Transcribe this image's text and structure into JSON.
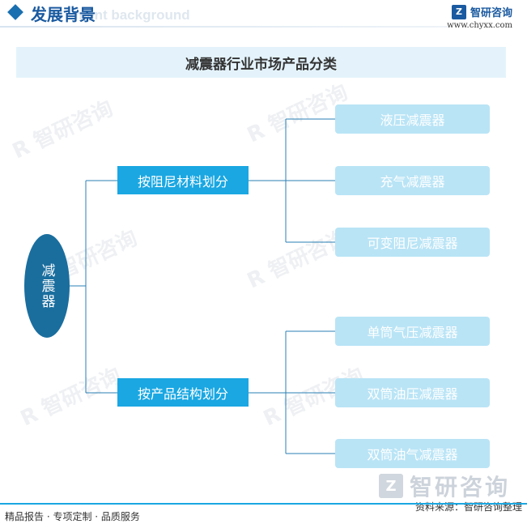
{
  "header": {
    "section_title": "发展背景",
    "section_title_en": "ment background",
    "brand_name": "智研咨询",
    "brand_url": "www.chyxx.com"
  },
  "diagram": {
    "title": "减震器行业市场产品分类",
    "root": "减震器",
    "branches": [
      {
        "label": "按阻尼材料划分",
        "children": [
          "液压减震器",
          "充气减震器",
          "可变阻尼减震器"
        ]
      },
      {
        "label": "按产品结构划分",
        "children": [
          "单筒气压减震器",
          "双筒油压减震器",
          "双筒油气减震器"
        ]
      }
    ]
  },
  "footer": {
    "services": "精品报告 · 专项定制 · 品质服务",
    "source": "资料来源：智研咨询整理",
    "watermark_brand": "智研咨询"
  },
  "colors": {
    "root_fill": "#1a6e9e",
    "branch_fill": "#1aa7e2",
    "leaf_fill": "#b9e4f6",
    "title_bar": "#e4f3fb",
    "connector": "#2a7fb5"
  },
  "icons": {
    "header_marker": "diamond-icon",
    "brand_logo": "chyxx-logo-icon"
  }
}
